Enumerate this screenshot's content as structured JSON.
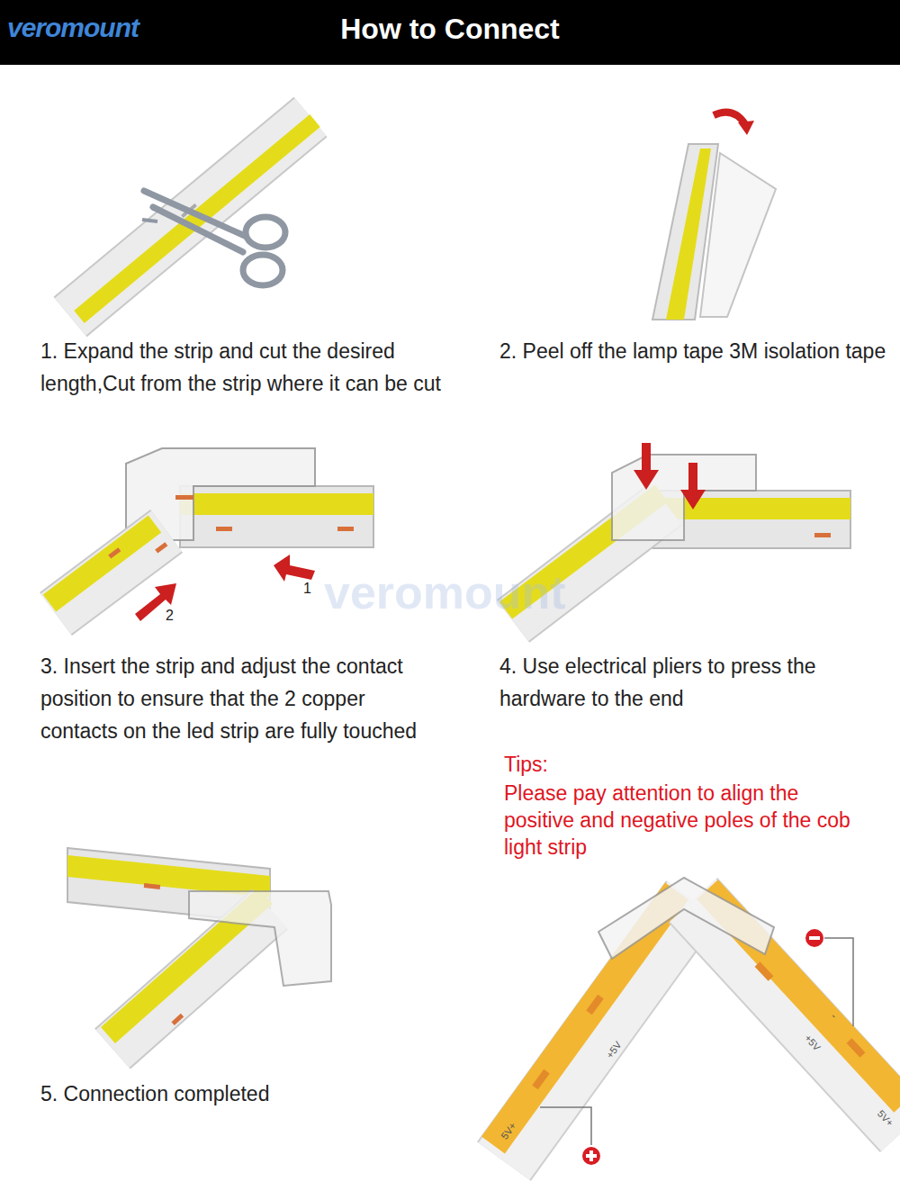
{
  "diagram": {
    "title": "How to Connect",
    "labels": [
      "veromount",
      "1. Expand the strip and cut the desired length,Cut from the strip where it can be cut",
      "2. Peel off the lamp tape 3M isolation tape",
      "1",
      "2",
      "veromount",
      "3. Insert the strip and adjust the contact position to ensure that the 2 copper contacts on the led strip are fully touched",
      "4. Use electrical pliers to press the hardware to the end",
      "Tips:",
      "Please pay attention to align the positive and negative poles of the cob light strip",
      "5. Connection completed",
      "-",
      "+5V",
      "5V+",
      "+5V",
      "5V+"
    ]
  }
}
